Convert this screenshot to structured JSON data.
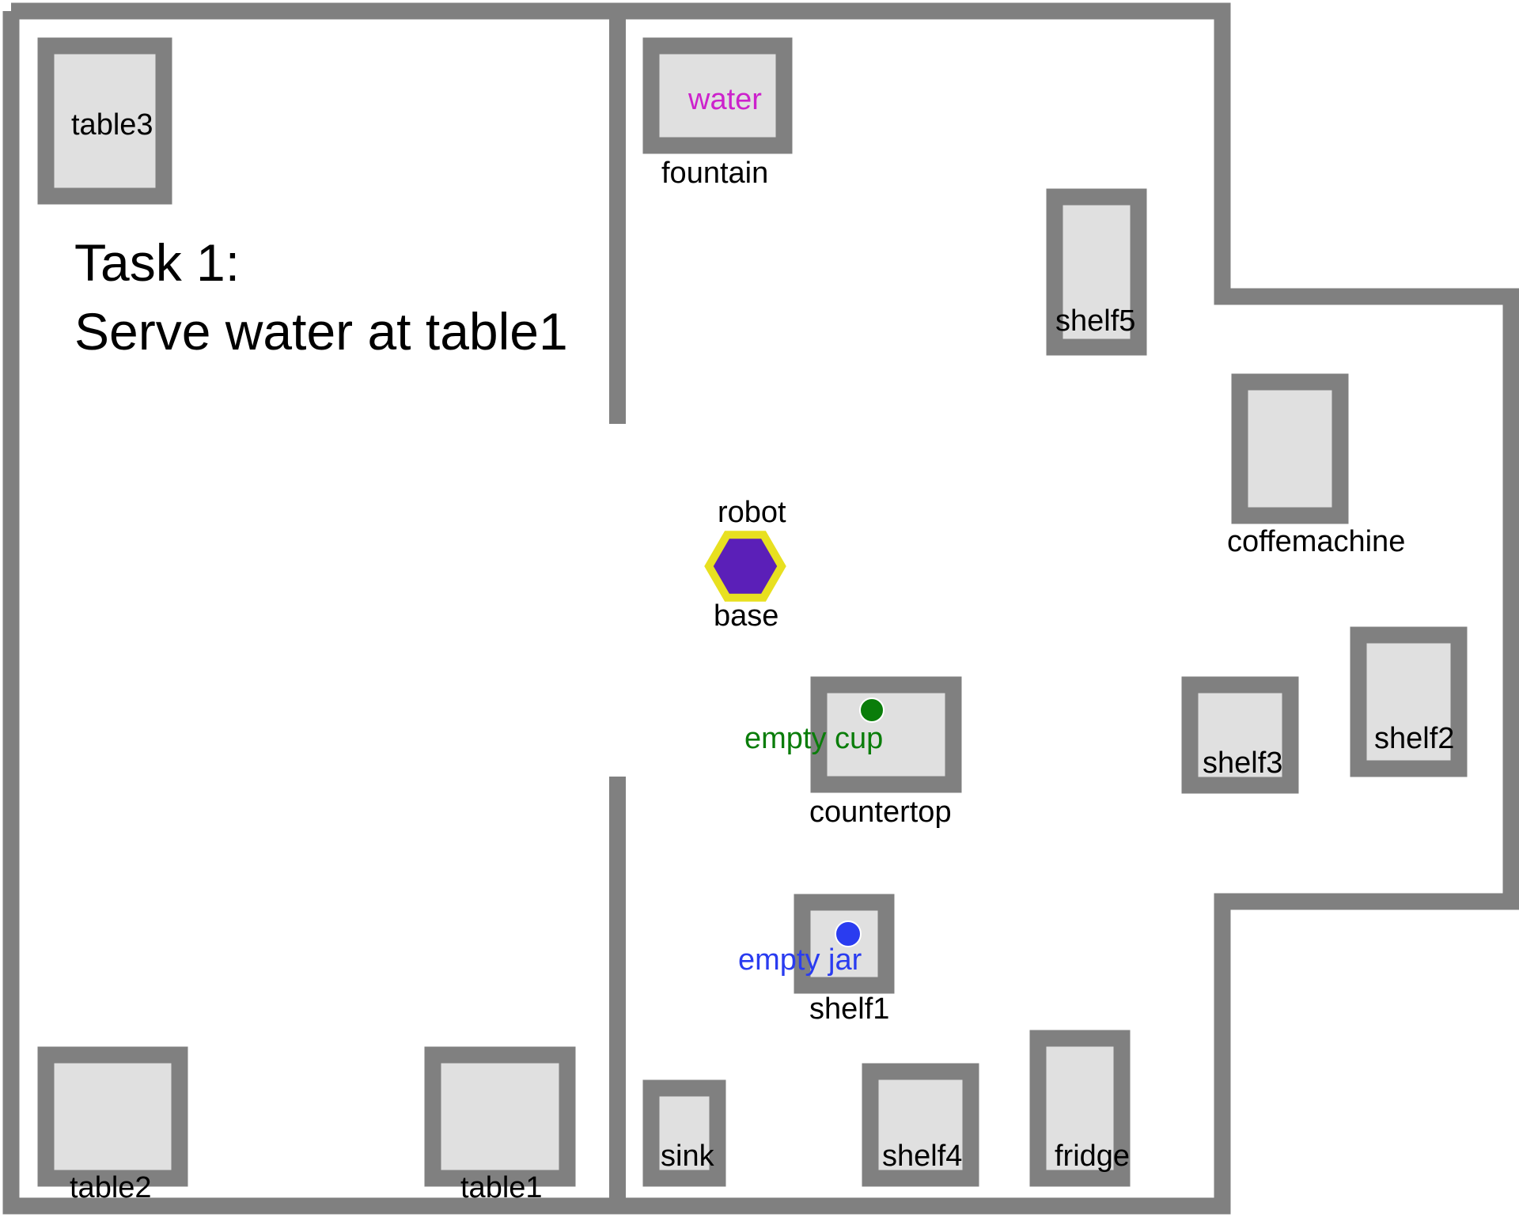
{
  "task": {
    "title": "Task 1:",
    "subtitle": "Serve water at table1"
  },
  "objects": {
    "table3": "table3",
    "fountain": "fountain",
    "water": "water",
    "shelf5": "shelf5",
    "coffemachine": "coffemachine",
    "robot": "robot",
    "base": "base",
    "countertop": "countertop",
    "empty_cup": "empty cup",
    "shelf3": "shelf3",
    "shelf2": "shelf2",
    "shelf1": "shelf1",
    "empty_jar": "empty jar",
    "sink": "sink",
    "shelf4": "shelf4",
    "fridge": "fridge",
    "table2": "table2",
    "table1": "table1"
  },
  "colors": {
    "wall": "#808080",
    "furniture_fill": "#e0e0e0",
    "water": "#cc22cc",
    "empty_cup": "#0a7d0a",
    "empty_jar": "#2a3cf0",
    "robot_fill": "#5b1fb8",
    "robot_outline": "#e8e020"
  }
}
